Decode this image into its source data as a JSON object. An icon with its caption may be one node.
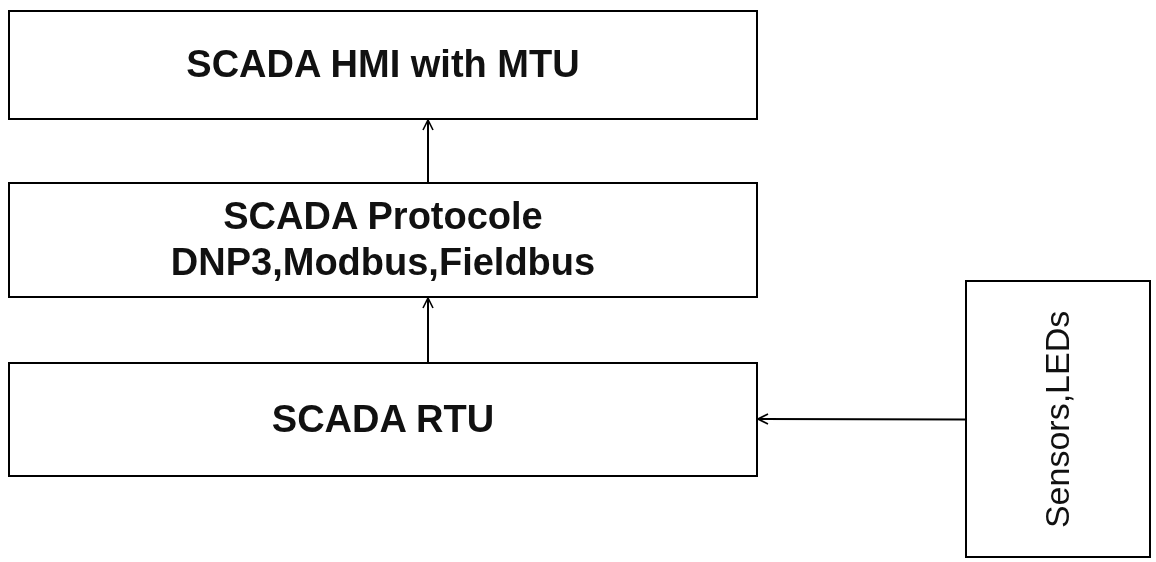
{
  "diagram": {
    "nodes": [
      {
        "text": [
          "SCADA HMI with MTU"
        ]
      },
      {
        "text": [
          "SCADA Protocole DNP3,Modbus,Fieldbus"
        ]
      },
      {
        "text": [
          "SCADA RTU"
        ]
      },
      {
        "text": [
          "Sensors,LEDs"
        ]
      }
    ],
    "edges": [
      {
        "from": 1,
        "to": 0,
        "arrow": "to"
      },
      {
        "from": 2,
        "to": 1,
        "arrow": "to"
      },
      {
        "from": 3,
        "to": 2,
        "arrow": "to"
      }
    ]
  }
}
